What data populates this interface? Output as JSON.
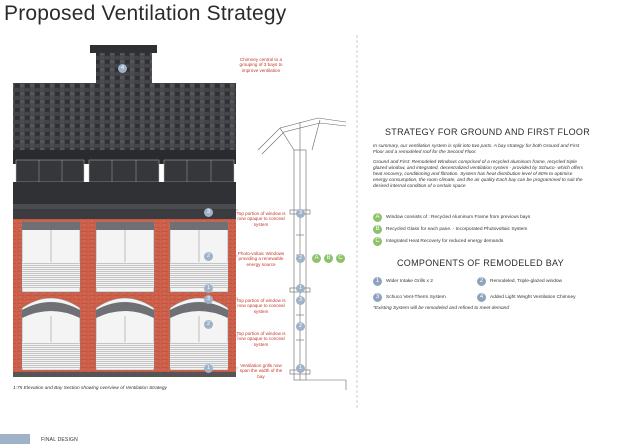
{
  "title": "Proposed Ventilation Strategy",
  "annotations": {
    "chimney": "Chimney central to a grouping of 3 bays to improve ventilation",
    "top1": "Top portion of window is now opaque to conceal system",
    "photovoltaic": "Photo-voltaic Windows providing a renewable energy source",
    "top2": "Top portion of window is now opaque to conceal system",
    "top3": "Top portion of window is now opaque to conceal system",
    "grills": "Ventilation grills now span the width of the bay"
  },
  "caption": "1:75 Elevation and Bay Section showing overview of Ventilation Strategy",
  "strategy": {
    "heading": "STRATEGY FOR GROUND AND FIRST FLOOR",
    "para1": "In summary, our ventilation system is split into two parts. A bay strategy for both Ground and First Floor and a remodeled roof for the Second Floor.",
    "para2": "Ground and First: Remodeled Windows comprised of a recycled aluminum frame, recycled triple glazed window, and integrated, decentralized ventilation system - provided by Schuco- which offers heat recovery, conditioning and filtration. System has heat distribution level of 80% to optimise energy consumption, the room climate, and the air quality Each bay can be programmed to suit the desired internal condition of a certain space",
    "items": [
      {
        "badge": "A",
        "text": "Window consists of : Recycled Aluminum Frame from previous bays"
      },
      {
        "badge": "B",
        "text": "Recycled Glass for each pane. - Incorporated Photovoltaic System"
      },
      {
        "badge": "C",
        "text": "Integrated Heat Recovery for reduced energy demands"
      }
    ]
  },
  "components": {
    "heading": "COMPONENTS OF REMODELED BAY",
    "items": [
      {
        "badge": "1",
        "text": "Wider Intake Grills x 2"
      },
      {
        "badge": "2",
        "text": "Remodeled, Triple-glazed window"
      },
      {
        "badge": "3",
        "text": "Schuco Vent-Therm System"
      },
      {
        "badge": "4",
        "text": "Added Light Weight Ventilation Chimney"
      }
    ],
    "note": "*Existing System will be remodeled and refined to meet demand"
  },
  "elevation_labels": {
    "chimney": "4",
    "r1": "3",
    "r2": "2",
    "r3": "1",
    "r4": "3",
    "r5": "2",
    "r6": "1"
  },
  "section_labels": {
    "s1": "3",
    "s2": "2",
    "s3": "1",
    "s4": "3",
    "s5": "2",
    "s6": "1",
    "a": "A",
    "b": "B",
    "c": "C"
  },
  "footer": "FINAL DESIGN",
  "colors": {
    "slate": "#3a3b3e",
    "brick": "#c8553f",
    "accent_blue": "#9fb2c8",
    "accent_green": "#8dc26b",
    "annotation_red": "#c0392b"
  }
}
